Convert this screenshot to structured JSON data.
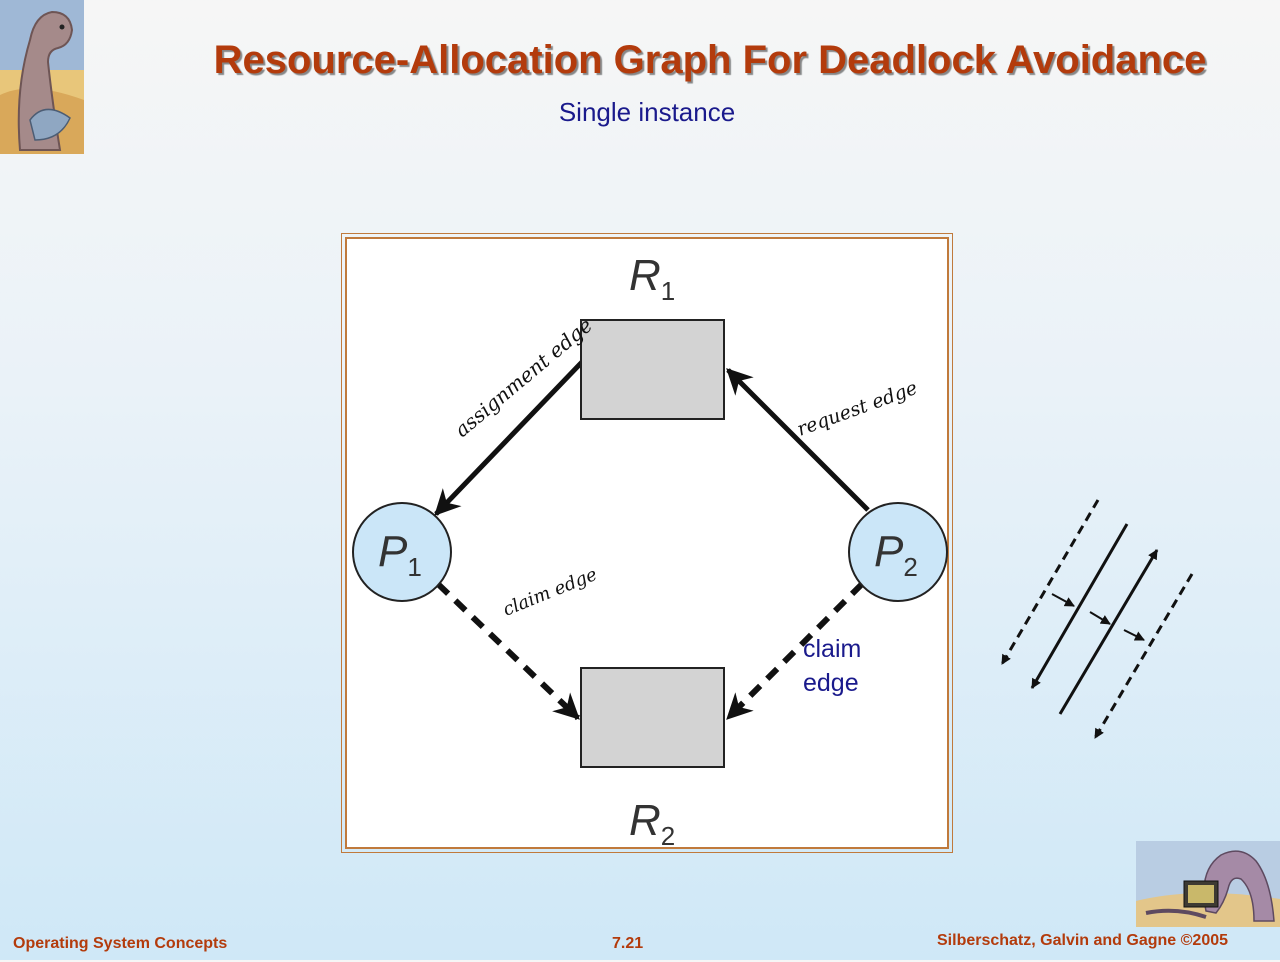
{
  "slide": {
    "title": "Resource-Allocation Graph For Deadlock Avoidance",
    "subtitle": "Single instance"
  },
  "diagram": {
    "resources": [
      {
        "id": "R1",
        "letter": "R",
        "sub": "1"
      },
      {
        "id": "R2",
        "letter": "R",
        "sub": "2"
      }
    ],
    "processes": [
      {
        "id": "P1",
        "letter": "P",
        "sub": "1"
      },
      {
        "id": "P2",
        "letter": "P",
        "sub": "2"
      }
    ],
    "edges": [
      {
        "from": "R1",
        "to": "P1",
        "kind": "assignment edge",
        "style": "solid"
      },
      {
        "from": "P2",
        "to": "R1",
        "kind": "request edge",
        "style": "solid"
      },
      {
        "from": "P1",
        "to": "R2",
        "kind": "claim edge",
        "style": "dashed"
      },
      {
        "from": "P2",
        "to": "R2",
        "kind": "claim edge",
        "style": "dashed"
      }
    ],
    "handwritten": {
      "assignment": "assignment edge",
      "request": "request edge",
      "claim": "claim edge"
    },
    "claim_note": {
      "line1": "claim",
      "line2": "edge"
    }
  },
  "colors": {
    "title": "#b33b0c",
    "subtitle": "#1a1a8c",
    "process_fill": "#cbe6f8",
    "resource_fill": "#d3d3d3",
    "frame": "#c07a3c"
  },
  "footer": {
    "left": "Operating System Concepts",
    "center": "7.21",
    "right": "Silberschatz, Galvin and Gagne ©2005"
  }
}
